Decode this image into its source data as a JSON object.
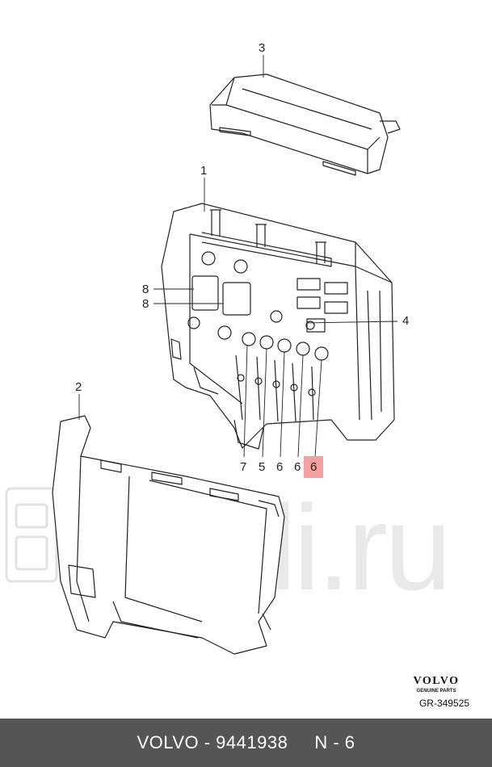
{
  "watermark": {
    "text": "Ruli.ru"
  },
  "callouts": [
    {
      "id": "c3",
      "text": "3"
    },
    {
      "id": "c1",
      "text": "1"
    },
    {
      "id": "c8a",
      "text": "8"
    },
    {
      "id": "c8b",
      "text": "8"
    },
    {
      "id": "c4",
      "text": "4"
    },
    {
      "id": "c2",
      "text": "2"
    },
    {
      "id": "c7",
      "text": "7"
    },
    {
      "id": "c5",
      "text": "5"
    },
    {
      "id": "c6a",
      "text": "6"
    },
    {
      "id": "c6b",
      "text": "6"
    },
    {
      "id": "c6c",
      "text": "6"
    }
  ],
  "highlight_color": "#f4a0a0",
  "brand": {
    "logo": "VOLVO",
    "sub": "GENUINE PARTS"
  },
  "diagram_code": "GR-349525",
  "footer": {
    "text": "VOLVO - 9441938     N - 6"
  }
}
